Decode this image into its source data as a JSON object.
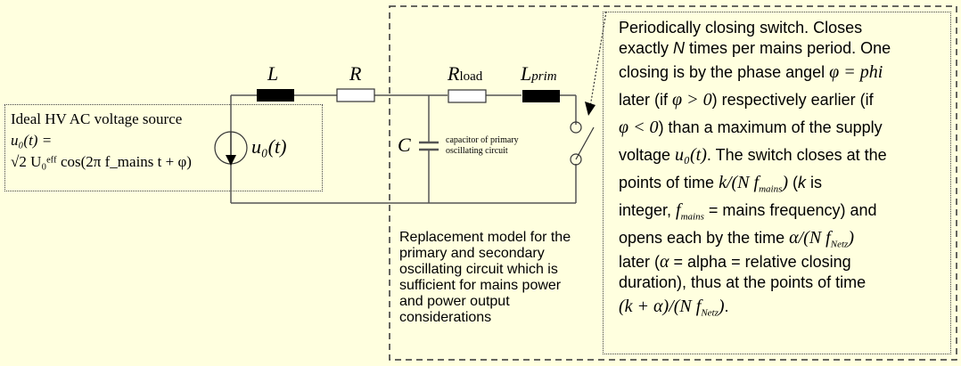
{
  "colors": {
    "background": "#ffffdf",
    "wire": "#555555",
    "inductor": "#000000",
    "text": "#000000"
  },
  "source_box": {
    "title": "Ideal HV AC voltage source",
    "equation_line1": "u₀(t) =",
    "equation_line2": "√2 U₀ᵉᶠᶠ cos(2π f_mains t + φ)"
  },
  "components": {
    "inductor_label": "L",
    "resistor_label": "R",
    "load_resistor_label_main": "R",
    "load_resistor_label_sub": "load",
    "primary_inductor_label_main": "L",
    "primary_inductor_label_sub": "prim",
    "capacitor_label": "C",
    "capacitor_note_line1": "capacitor of primary",
    "capacitor_note_line2": "oscillating circuit",
    "source_label": "u₀(t)"
  },
  "switch_note": {
    "line1": "Periodically closing switch. Closes",
    "line2_a": "exactly ",
    "line2_N": "N",
    "line2_b": " times per mains period. One",
    "line3": "closing is by the phase angel ",
    "line3_math": "φ = phi",
    "line4_a": "later (if ",
    "line4_math": "φ > 0",
    "line4_b": ") respectively earlier (if",
    "line5_math": "φ < 0",
    "line5_b": ") than a maximum of the supply",
    "line6_a": "voltage ",
    "line6_math": "u₀(t)",
    "line6_b": ". The switch closes at the",
    "line7_a": "points of time ",
    "line7_math": "k/(N f",
    "line7_sub": "mains",
    "line7_math_end": ")",
    "line7_b": " (",
    "line7_k": "k",
    "line7_c": " is",
    "line8_a": "integer, ",
    "line8_math": "f",
    "line8_sub": "mains",
    "line8_b": " = mains frequency) and",
    "line9_a": "opens each by the time ",
    "line9_math": "α/(N f",
    "line9_sub": "Netz",
    "line9_math_end": ")",
    "line10_a": "later (",
    "line10_math": "α",
    "line10_b": " = alpha = relative closing",
    "line11": "duration), thus at the points of time",
    "line12_math": "(k + α)/(N f",
    "line12_sub": "Netz",
    "line12_math_end": ")",
    "line12_b": "."
  },
  "replacement_note": {
    "text": "Replacement model for the primary and secondary oscillating circuit which is sufficient for mains power and power output considerations"
  }
}
